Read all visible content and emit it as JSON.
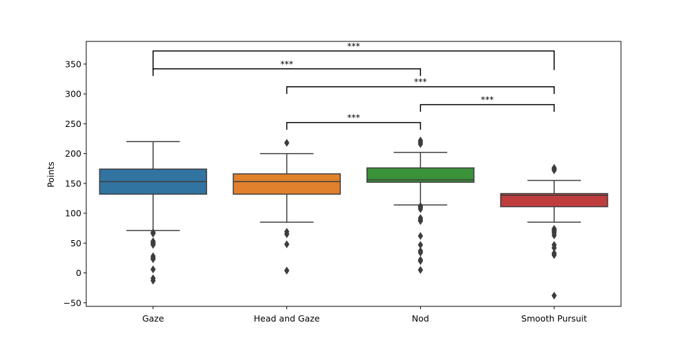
{
  "chart_data": {
    "type": "box",
    "title": "",
    "xlabel": "",
    "ylabel": "Points",
    "ylim": [
      -56,
      388
    ],
    "yticks": [
      -50,
      0,
      50,
      100,
      150,
      200,
      250,
      300,
      350
    ],
    "grid": false,
    "categories": [
      "Gaze",
      "Head and Gaze",
      "Nod",
      "Smooth Pursuit"
    ],
    "boxes": [
      {
        "name": "Gaze",
        "color": "#3274a1",
        "q1": 132,
        "median": 153,
        "q3": 174,
        "whisker_low": 71,
        "whisker_high": 220,
        "outliers": [
          68,
          66,
          53,
          51,
          49,
          47,
          28,
          25,
          23,
          6,
          -9,
          -13
        ]
      },
      {
        "name": "Head and Gaze",
        "color": "#e1812c",
        "q1": 132,
        "median": 153,
        "q3": 166,
        "whisker_low": 85,
        "whisker_high": 200,
        "outliers": [
          218,
          69,
          65,
          48,
          4
        ]
      },
      {
        "name": "Nod",
        "color": "#3a923a",
        "q1": 152,
        "median": 156,
        "q3": 176,
        "whisker_low": 114,
        "whisker_high": 202,
        "outliers": [
          222,
          219,
          216,
          112,
          110,
          107,
          92,
          89,
          87,
          62,
          47,
          37,
          34,
          22,
          20,
          5
        ]
      },
      {
        "name": "Smooth Pursuit",
        "color": "#c03d3e",
        "q1": 111,
        "median": 130,
        "q3": 133,
        "whisker_low": 85,
        "whisker_high": 155,
        "outliers": [
          176,
          174,
          172,
          74,
          72,
          70,
          67,
          63,
          47,
          42,
          33,
          30,
          -38
        ]
      }
    ],
    "significance": [
      {
        "from": 0,
        "to": 3,
        "y": 372,
        "drop": 340,
        "label": "***"
      },
      {
        "from": 0,
        "to": 2,
        "y": 342,
        "drop": 330,
        "label": "***"
      },
      {
        "from": 1,
        "to": 3,
        "y": 312,
        "drop": 300,
        "label": "***"
      },
      {
        "from": 2,
        "to": 3,
        "y": 282,
        "drop": 270,
        "label": "***"
      },
      {
        "from": 1,
        "to": 2,
        "y": 252,
        "drop": 240,
        "label": "***"
      }
    ]
  }
}
